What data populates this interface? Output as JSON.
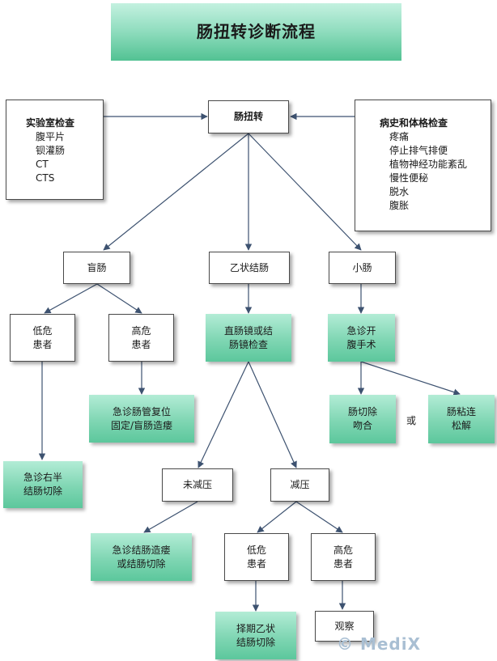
{
  "title": "肠扭转诊断流程",
  "root": "肠扭转",
  "lab": {
    "heading": "实验室检查",
    "items": [
      "腹平片",
      "钡灌肠",
      "CT",
      "CTS"
    ]
  },
  "history": {
    "heading": "病史和体格检查",
    "items": [
      "疼痛",
      "停止排气排便",
      "植物神经功能紊乱",
      "慢性便秘",
      "脱水",
      "腹胀"
    ]
  },
  "cecum": "盲肠",
  "sigmoid": "乙状结肠",
  "small_bowel": "小肠",
  "cecum_low_risk": "低危\n患者",
  "cecum_high_risk": "高危\n患者",
  "right_hemicolectomy": "急诊右半\n结肠切除",
  "cecopexy": "急诊肠管复位\n固定/盲肠造瘘",
  "endoscopy": "直肠镜或结\n肠镜检查",
  "not_decompressed": "未减压",
  "decompressed": "减压",
  "colostomy": "急诊结肠造瘘\n或结肠切除",
  "sig_low_risk": "低危\n患者",
  "sig_high_risk": "高危\n患者",
  "elective_resection": "择期乙状\n结肠切除",
  "observe": "观察",
  "laparotomy": "急诊开\n腹手术",
  "resection_anastomosis": "肠切除\n吻合",
  "or_label": "或",
  "adhesiolysis": "肠粘连\n松解",
  "watermark": "© MediX",
  "colors": {
    "line": "#3d5270",
    "green_light": "#b3ecd6",
    "green_dark": "#5cc79c",
    "border": "#4a4a4a"
  }
}
